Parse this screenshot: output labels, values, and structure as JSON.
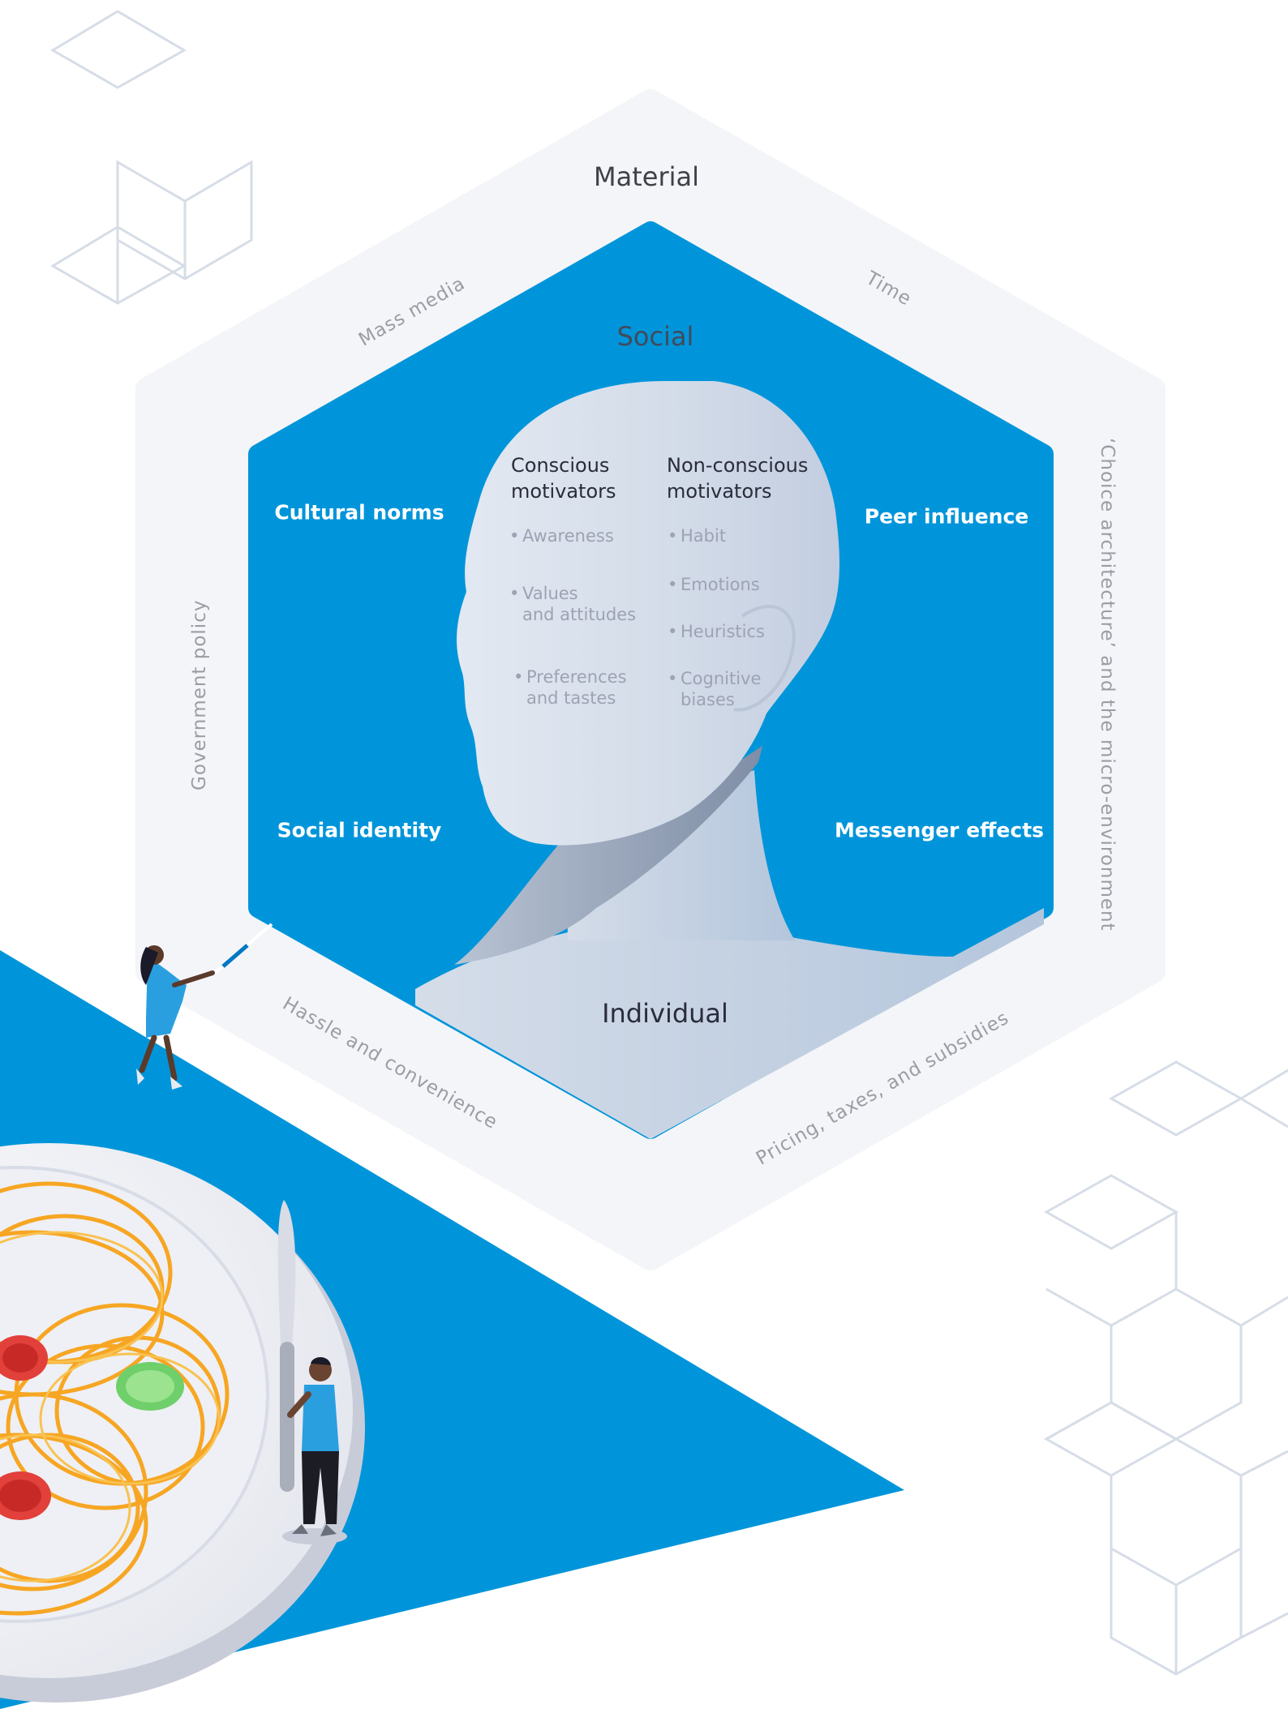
{
  "rings": {
    "material": {
      "title": "Material",
      "items": [
        "Mass media",
        "Time",
        "Government policy",
        "‘Choice architecture’ and the micro-environment",
        "Hassle and convenience",
        "Pricing, taxes, and subsidies"
      ]
    },
    "social": {
      "title": "Social",
      "items": [
        "Cultural norms",
        "Peer influence",
        "Social identity",
        "Messenger effects"
      ]
    },
    "individual": {
      "title": "Individual"
    }
  },
  "motivators": {
    "conscious": {
      "heading": "Conscious motivators",
      "items": [
        {
          "line1": "Awareness",
          "line2": ""
        },
        {
          "line1": "Values",
          "line2": "and attitudes"
        },
        {
          "line1": "Preferences",
          "line2": "and tastes"
        }
      ]
    },
    "nonconscious": {
      "heading": "Non-conscious motivators",
      "items": [
        {
          "line1": "Habit",
          "line2": ""
        },
        {
          "line1": "Emotions",
          "line2": ""
        },
        {
          "line1": "Heuristics",
          "line2": ""
        },
        {
          "line1": "Cognitive",
          "line2": "biases"
        }
      ]
    }
  },
  "colors": {
    "outer_ring": "#f4f5f8",
    "social_blue": "#0095da",
    "head": "#d8e0ec",
    "floor_blue": "#0095da",
    "cube_lines": "#d6dde6"
  }
}
